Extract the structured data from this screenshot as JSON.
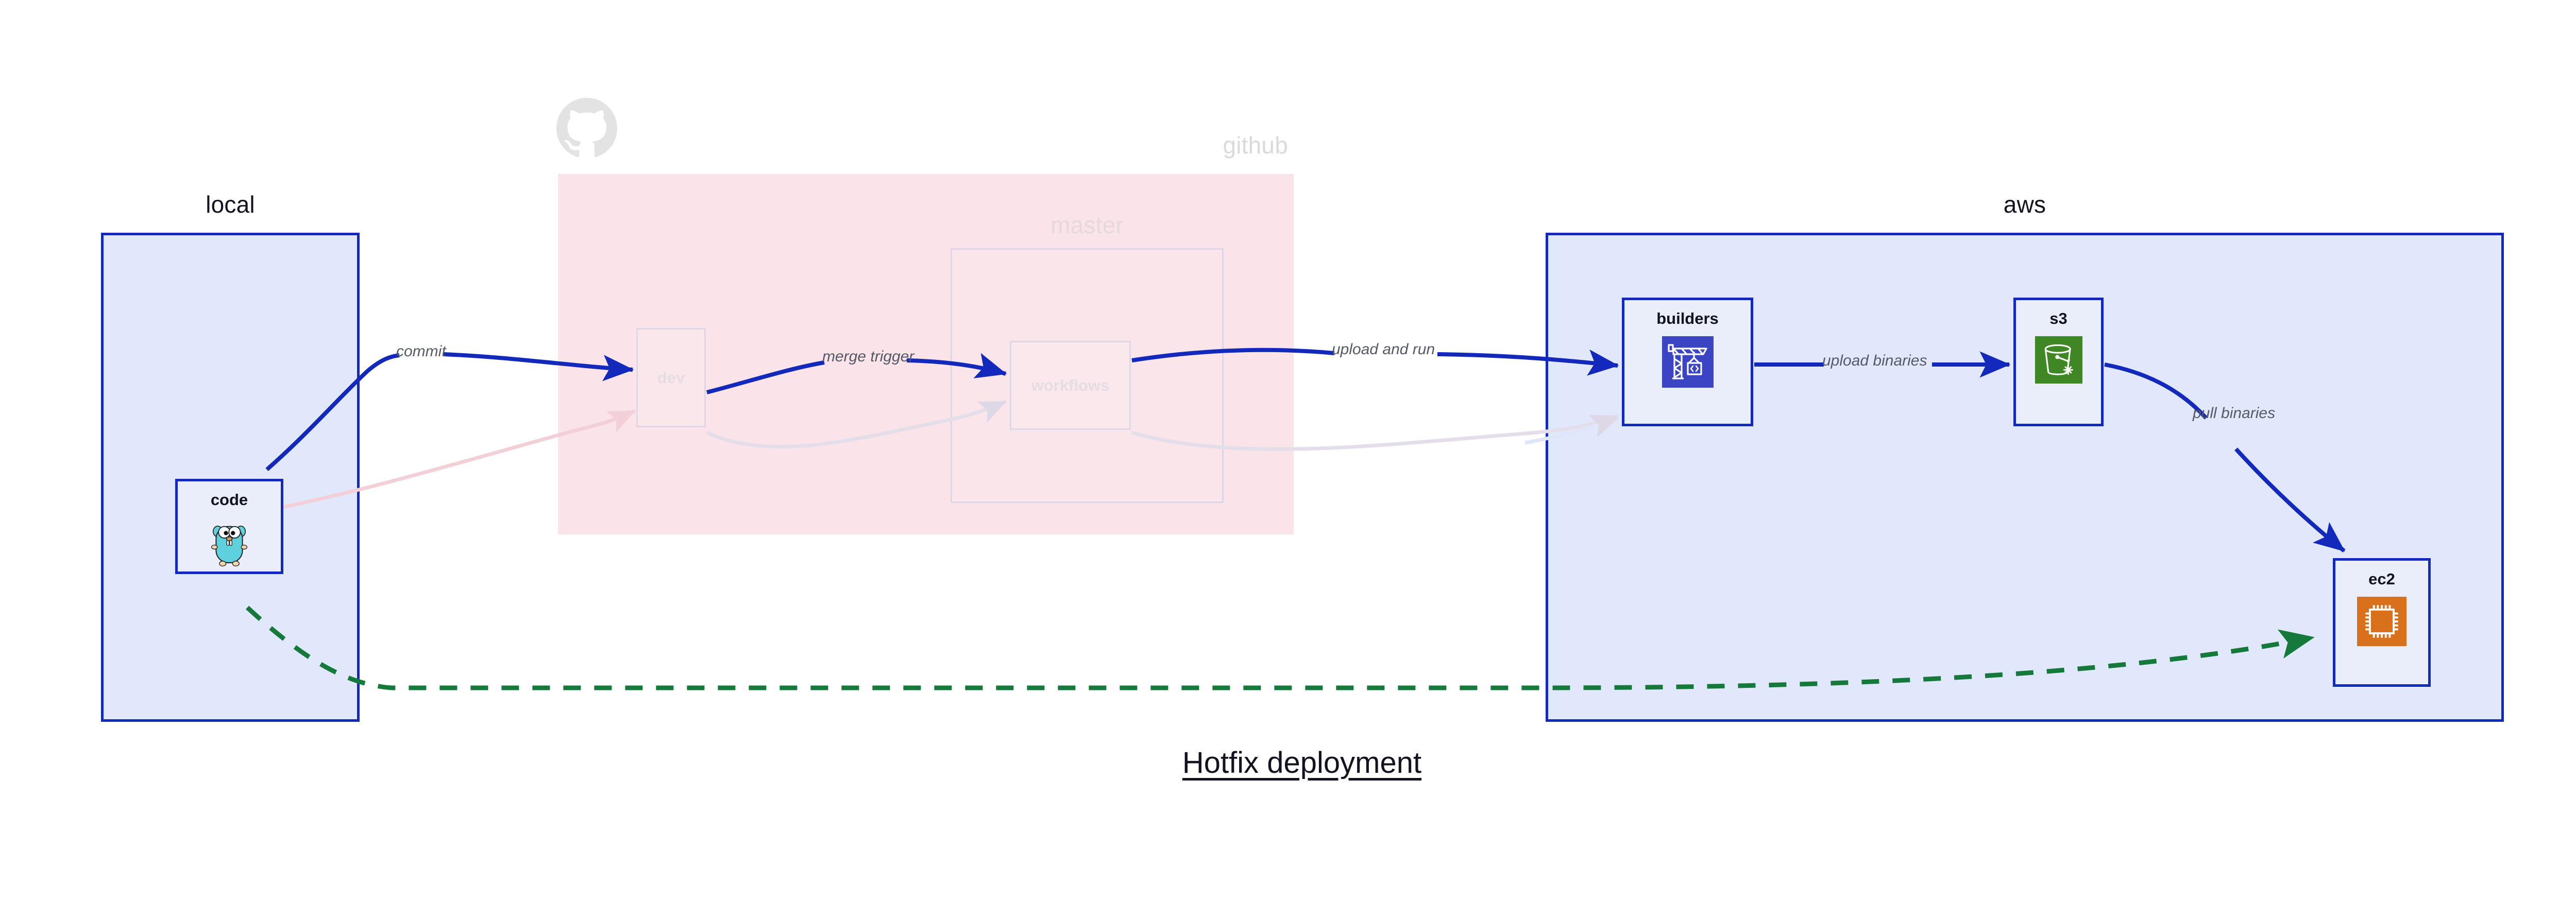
{
  "caption": "Hotfix deployment",
  "clusters": [
    {
      "id": "local",
      "label": "local",
      "fill": "#e2e8fb",
      "stroke": "#1229bb"
    },
    {
      "id": "github",
      "label": "github",
      "fill": "#fae3e9",
      "stroke": "none"
    },
    {
      "id": "master",
      "label": "master",
      "fill": "rgba(255,255,255,0.10)",
      "stroke": "#ddd6e6"
    },
    {
      "id": "aws",
      "label": "aws",
      "fill": "#e2e8fb",
      "stroke": "#1229bb"
    }
  ],
  "nodes": [
    {
      "id": "code",
      "label": "code",
      "icon": "go-gopher-icon",
      "cluster": "local",
      "state": "active"
    },
    {
      "id": "dev",
      "label": "dev",
      "icon": "none",
      "cluster": "github",
      "state": "faded"
    },
    {
      "id": "workflows",
      "label": "workflows",
      "icon": "none",
      "cluster": "master",
      "state": "faded"
    },
    {
      "id": "builders",
      "label": "builders",
      "icon": "aws-codebuild-crane-icon",
      "cluster": "aws",
      "state": "active",
      "icon_color": "#3b45c4"
    },
    {
      "id": "s3",
      "label": "s3",
      "icon": "aws-s3-bucket-icon",
      "cluster": "aws",
      "state": "active",
      "icon_color": "#3f8624"
    },
    {
      "id": "ec2",
      "label": "ec2",
      "icon": "aws-ec2-chip-icon",
      "cluster": "aws",
      "state": "active",
      "icon_color": "#d9701b"
    }
  ],
  "edges": [
    {
      "id": "commit",
      "from": "code",
      "to": "dev",
      "label": "commit",
      "style": "solid",
      "color": "#1229bb"
    },
    {
      "id": "merge-trigger",
      "from": "dev",
      "to": "workflows",
      "label": "merge trigger",
      "style": "solid",
      "color": "#1229bb"
    },
    {
      "id": "upload-and-run",
      "from": "workflows",
      "to": "builders",
      "label": "upload and run",
      "style": "solid",
      "color": "#1229bb"
    },
    {
      "id": "upload-binaries",
      "from": "builders",
      "to": "s3",
      "label": "upload binaries",
      "style": "solid",
      "color": "#1229bb"
    },
    {
      "id": "pull-binaries",
      "from": "s3",
      "to": "ec2",
      "label": "pull binaries",
      "style": "solid",
      "color": "#1229bb"
    },
    {
      "id": "hotfix-direct",
      "from": "code",
      "to": "ec2",
      "label": "",
      "style": "dashed",
      "color": "#16793c"
    }
  ],
  "colors": {
    "cluster_blue_fill": "#e2e8fb",
    "cluster_blue_stroke": "#1229bb",
    "cluster_pink_fill": "#fae3e9",
    "node_fill": "#eaeefb",
    "edge_blue": "#1229bb",
    "edge_green": "#16793c",
    "text_dark": "#12131f",
    "text_label": "#555a66",
    "faded": "#ded7e6"
  }
}
